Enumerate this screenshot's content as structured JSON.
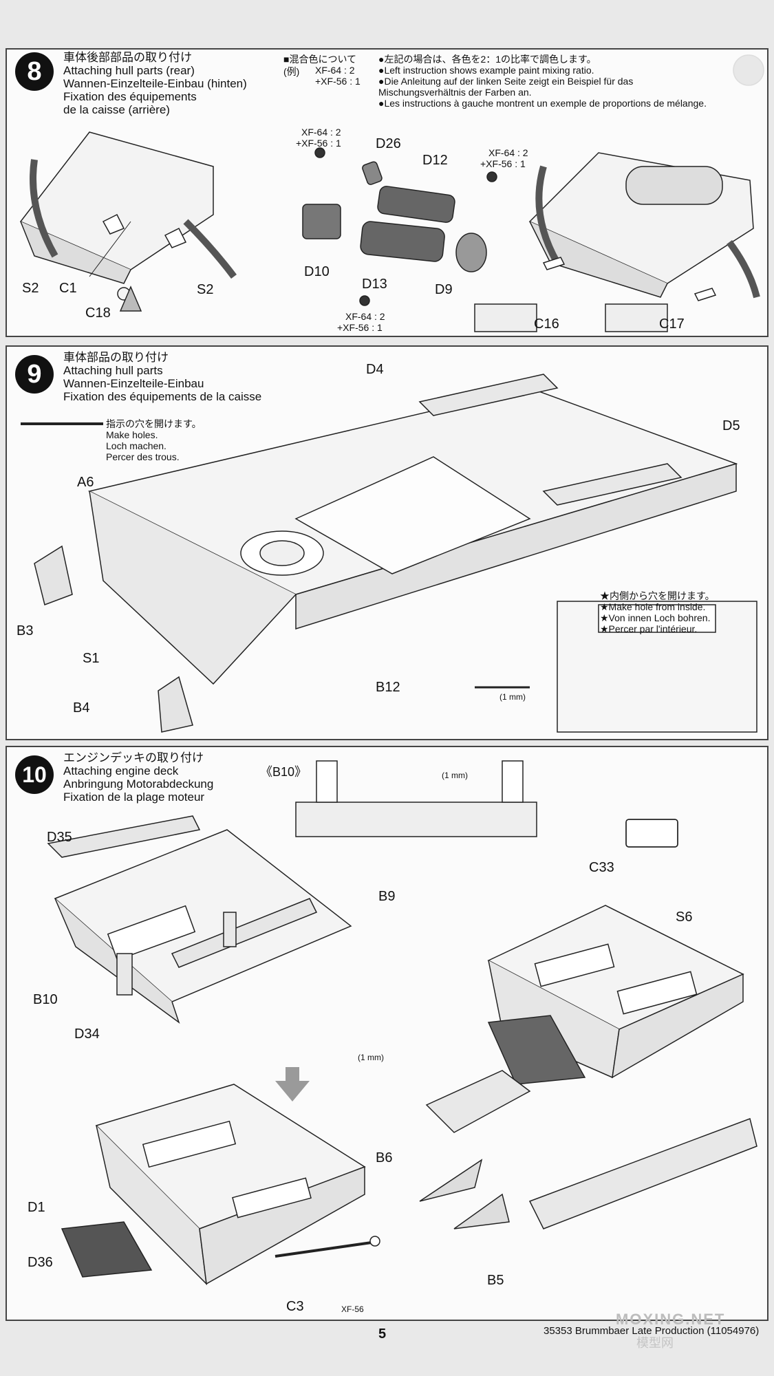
{
  "page": {
    "number": "5",
    "code": "35353  Brummbaer Late Production (11054976)",
    "watermark": "MOXING.NET",
    "watermark_sub": "模型网"
  },
  "step8": {
    "num": "8",
    "titles": [
      "車体後部部品の取り付け",
      "Attaching hull parts (rear)",
      "Wannen-Einzelteile-Einbau (hinten)",
      "Fixation des équipements",
      "de la caisse (arrière)"
    ],
    "mix_header": "■混合色について",
    "mix_example": "(例)",
    "mix_formula_a": "XF-64 : 2",
    "mix_formula_b": "+XF-56 : 1",
    "notes": [
      "●左記の場合は、各色を2：1の比率で調色します。",
      "●Left instruction shows example paint mixing ratio.",
      "●Die Anleitung auf der linken Seite zeigt ein Beispiel für das",
      "Mischungsverhältnis der Farben an.",
      "●Les instructions à gauche montrent un exemple de proportions de mélange."
    ],
    "parts": {
      "s2a": "S2",
      "c1": "C1",
      "c18": "C18",
      "s2b": "S2",
      "d26": "D26",
      "d12": "D12",
      "d10": "D10",
      "d13": "D13",
      "d9": "D9",
      "c16": "C16",
      "c17": "C17"
    },
    "paint1a": "XF-64 : 2",
    "paint1b": "+XF-56 : 1",
    "paint2a": "XF-64 : 2",
    "paint2b": "+XF-56 : 1",
    "paint3a": "XF-64 : 2",
    "paint3b": "+XF-56 : 1"
  },
  "step9": {
    "num": "9",
    "titles": [
      "車体部品の取り付け",
      "Attaching hull parts",
      "Wannen-Einzelteile-Einbau",
      "Fixation des équipements de la caisse"
    ],
    "holes_note": [
      "指示の穴を開けます。",
      "Make holes.",
      "Loch machen.",
      "Percer des trous."
    ],
    "inside_note": [
      "★内側から穴を開けます。",
      "★Make hole from inside.",
      "★Von innen Loch bohren.",
      "★Percer par l'intérieur."
    ],
    "drill": "(1 mm)",
    "parts": {
      "d4": "D4",
      "d5": "D5",
      "a6": "A6",
      "b3": "B3",
      "s1": "S1",
      "b4": "B4",
      "b12": "B12"
    }
  },
  "step10": {
    "num": "10",
    "titles": [
      "エンジンデッキの取り付け",
      "Attaching engine deck",
      "Anbringung Motorabdeckung",
      "Fixation de la plage moteur"
    ],
    "b10_ref": "《B10》",
    "drill1": "(1 mm)",
    "drill2": "(1 mm)",
    "parts": {
      "d35": "D35",
      "b9": "B9",
      "b10": "B10",
      "d34": "D34",
      "c33": "C33",
      "s6": "S6",
      "b6": "B6",
      "b5": "B5",
      "d1": "D1",
      "d36": "D36",
      "c3": "C3"
    },
    "paint": "XF-56"
  }
}
